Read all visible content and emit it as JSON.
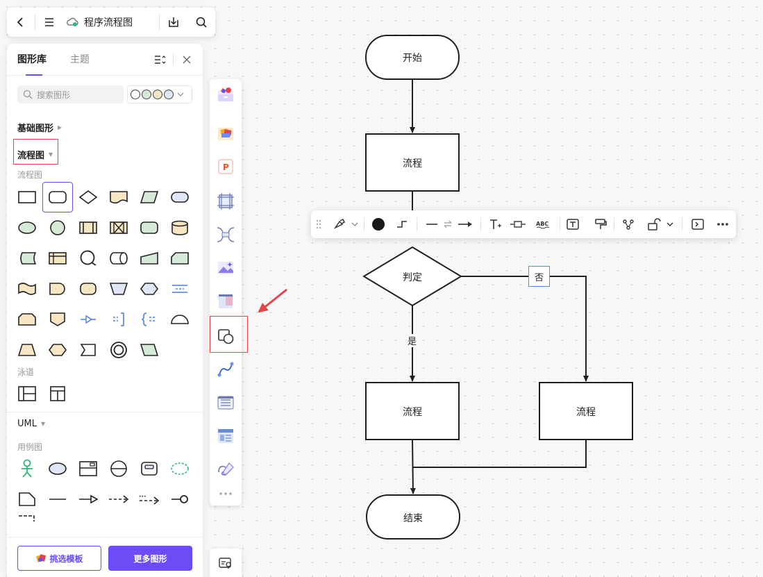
{
  "topbar": {
    "title": "程序流程图"
  },
  "panel": {
    "tabs": [
      "图形库",
      "主题"
    ],
    "search_placeholder": "搜索图形",
    "categories": {
      "basic": "基础图形",
      "flowchart": "流程图",
      "flowchart_sub": "流程图",
      "swimlane": "泳道",
      "uml": "UML",
      "usecase": "用例图"
    },
    "buttons": {
      "template": "挑选模板",
      "more": "更多图形"
    },
    "theme_colors": [
      "#ffffff",
      "#d6ead8",
      "#f7e6c4",
      "#dfe6f7"
    ]
  },
  "canvas": {
    "nodes": {
      "start": "开始",
      "process1": "流程",
      "decision": "判定",
      "process2": "流程",
      "process3": "流程",
      "end": "结束"
    },
    "edge_labels": {
      "yes": "是",
      "no": "否"
    }
  },
  "colors": {
    "accent": "#6b4cf6",
    "annotation": "#e0454a",
    "selection": "#4a90e2"
  }
}
